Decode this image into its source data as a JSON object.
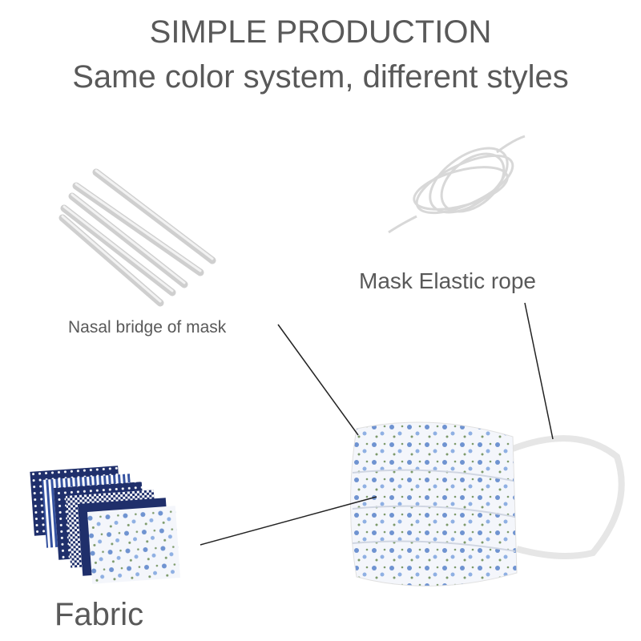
{
  "header": {
    "title": "SIMPLE PRODUCTION",
    "subtitle": "Same color system, different styles"
  },
  "labels": {
    "nasal_bridge": "Nasal bridge of mask",
    "elastic_rope": "Mask Elastic rope",
    "fabric": "Fabric"
  },
  "colors": {
    "text": "#595959",
    "fabric_navy": "#1f2f6b",
    "floral_blue": "#6f93d1"
  }
}
